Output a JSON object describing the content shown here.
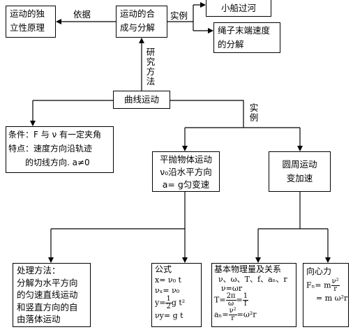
{
  "nodes": {
    "independence": [
      "运动的独",
      "立性原理"
    ],
    "synthesis": [
      "运动的合",
      "成与分解"
    ],
    "boat": "小船过河",
    "rope": [
      "绳子末端速度",
      "的分解"
    ],
    "curve": "曲线运动",
    "condition": [
      "条件：F 与 ν 有一定夹角",
      "特点：速度方向沿轨迹",
      "　　的切线方向. a≠0"
    ],
    "projectile": [
      "平抛物体运动",
      "ν₀沿水平方向",
      "a= g匀变速"
    ],
    "circular": [
      "圆周运动",
      "变加速"
    ],
    "method": [
      "处理方法：",
      "分解为水平方向",
      "的匀速直线运动",
      "和竖直方向的自",
      "由落体运动"
    ],
    "formula": {
      "title": "公式",
      "x": "x= ν₀ t",
      "vx": "νₓ= ν₀",
      "y_left": "y=",
      "y_num": "1",
      "y_den": "2",
      "y_right": "g t²",
      "vy": "νy= g t"
    },
    "quantities": {
      "title": "基本物理量及关系",
      "symbols": "ν、ω、T、f、aₙ、r",
      "v": "ν=ωr",
      "T_left": "T=",
      "T_num": "2π",
      "T_den": "ω",
      "T_mid": "=",
      "T_num2": "1",
      "T_den2": "f",
      "a_left": "aₙ=",
      "a_num": "ν²",
      "a_den": "r",
      "a_right": "=ω²r"
    },
    "centripetal": {
      "title": "向心力",
      "F_left": "Fₙ= m",
      "F_num": "ν²",
      "F_den": "r",
      "F2": "= m ω²r"
    }
  },
  "labels": {
    "basis": "依据",
    "example_top": "实例",
    "research": [
      "研",
      "究",
      "方",
      "法"
    ],
    "example_mid": [
      "实",
      "例"
    ]
  }
}
